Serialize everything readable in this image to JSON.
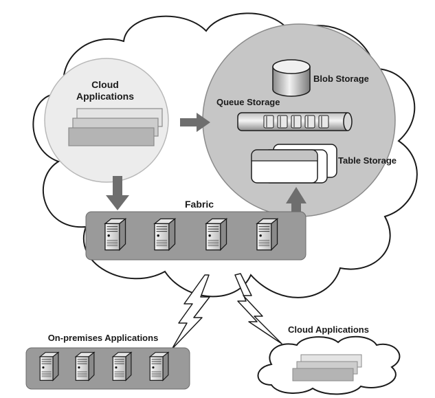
{
  "labels": {
    "cloud_apps_line1": "Cloud",
    "cloud_apps_line2": "Applications",
    "blob_storage": "Blob Storage",
    "queue_storage": "Queue Storage",
    "table_storage": "Table Storage",
    "fabric": "Fabric",
    "on_premises_apps": "On-premises Applications",
    "external_cloud_apps": "Cloud Applications"
  },
  "icons": {
    "server": "server-icon",
    "database": "database-cylinder-icon",
    "queue": "queue-tube-icon",
    "table": "table-card-icon",
    "arrow": "arrow-icon",
    "lightning": "lightning-link-icon"
  },
  "colors": {
    "outline": "#1a1a1a",
    "storage_circle": "#c6c6c6",
    "apps_circle": "#ececec",
    "fabric_bar": "#9a9a9a",
    "arrow": "#6e6e6e",
    "app_card": "#b4b4b4"
  }
}
